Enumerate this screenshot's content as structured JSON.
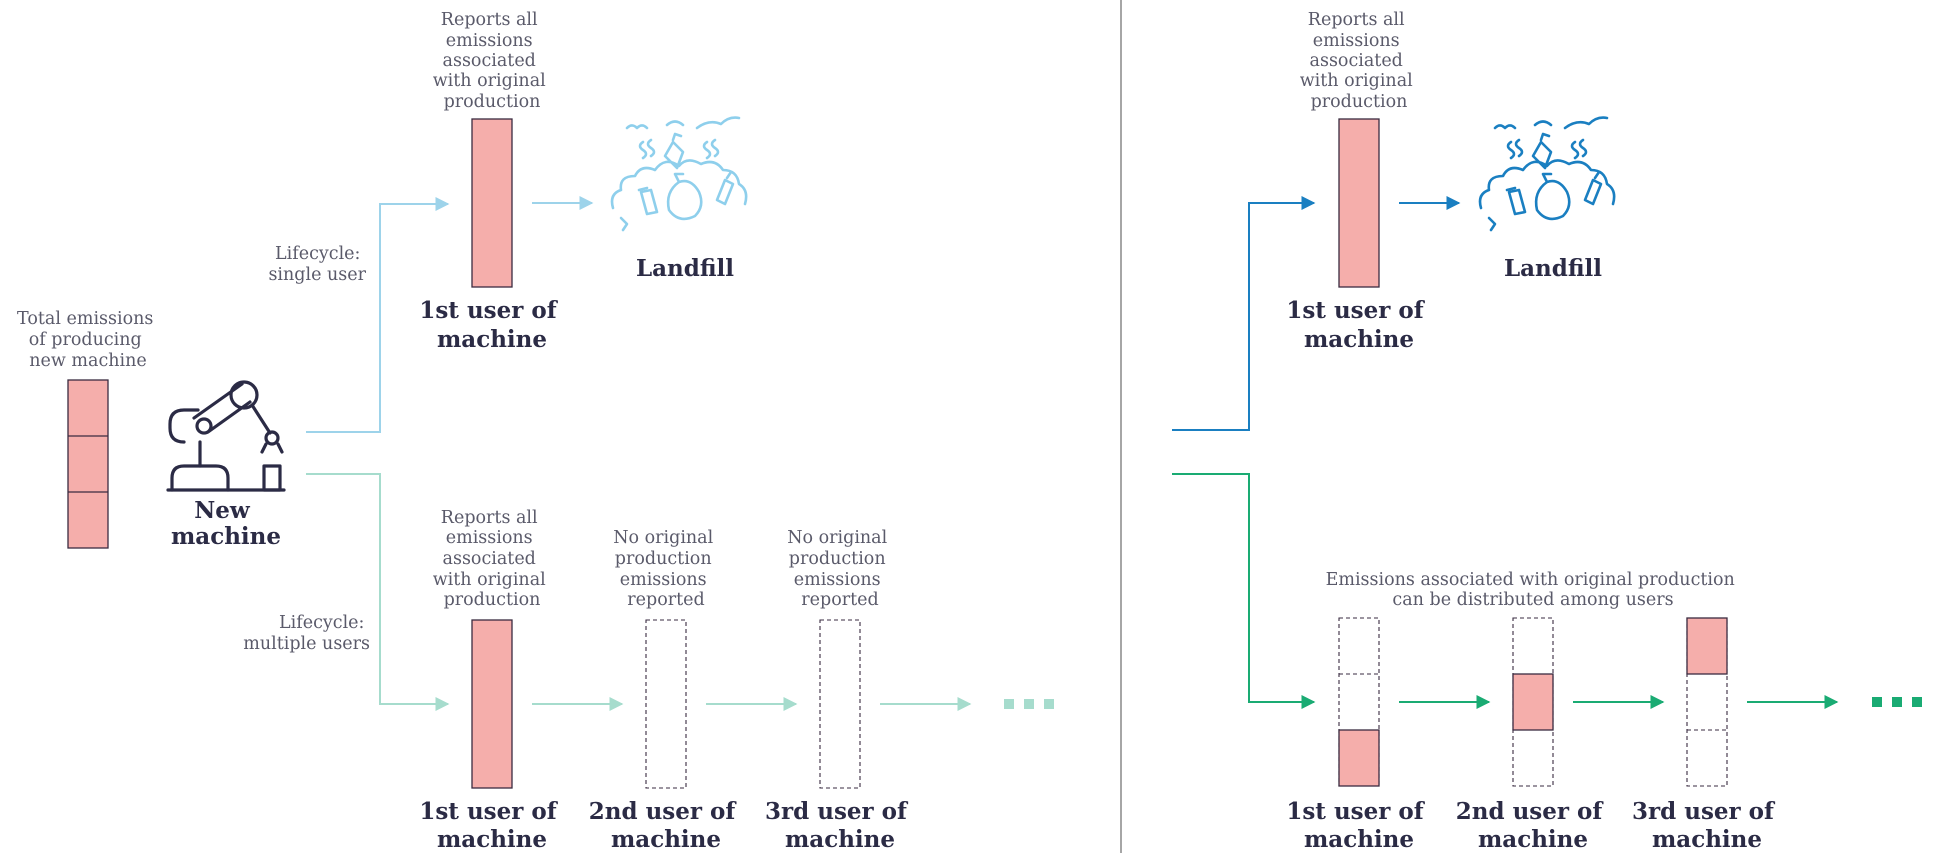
{
  "left_panel": {
    "total_emissions_label": [
      "Total emissions",
      "of producing",
      "new machine"
    ],
    "new_machine_label": [
      "New",
      "machine"
    ],
    "lifecycle_single_label": [
      "Lifecycle:",
      "single user"
    ],
    "lifecycle_multiple_label": [
      "Lifecycle:",
      "multiple users"
    ],
    "single_reports_label": [
      "Reports all",
      "emissions",
      "associated",
      "with original",
      "production"
    ],
    "single_user_label": [
      "1st user of",
      "machine"
    ],
    "landfill_label": "Landfill",
    "multi_reports_label": [
      "Reports all",
      "emissions",
      "associated",
      "with original",
      "production"
    ],
    "multi_no_emissions_2": [
      "No original",
      "production",
      "emissions",
      "reported"
    ],
    "multi_no_emissions_3": [
      "No original",
      "production",
      "emissions",
      "reported"
    ],
    "multi_users": [
      [
        "1st user of",
        "machine"
      ],
      [
        "2nd user of",
        "machine"
      ],
      [
        "3rd user of",
        "machine"
      ]
    ]
  },
  "right_panel": {
    "single_reports_label": [
      "Reports all",
      "emissions",
      "associated",
      "with original",
      "production"
    ],
    "single_user_label": [
      "1st user of",
      "machine"
    ],
    "landfill_label": "Landfill",
    "distributed_label": [
      "Emissions associated with original production",
      "can be distributed among users"
    ],
    "multi_users": [
      [
        "1st user of",
        "machine"
      ],
      [
        "2nd user of",
        "machine"
      ],
      [
        "3rd user of",
        "machine"
      ]
    ]
  },
  "colors": {
    "bar_fill": "#f5aeab",
    "bar_stroke": "#3a2b40",
    "left_single_line": "#9dd3ea",
    "left_multi_line": "#a6dccd",
    "right_single_line": "#1a7fc1",
    "right_multi_line": "#1aab73",
    "divider": "#888888",
    "landfill_left": "#8ecfec",
    "landfill_right": "#1a7fc1"
  }
}
